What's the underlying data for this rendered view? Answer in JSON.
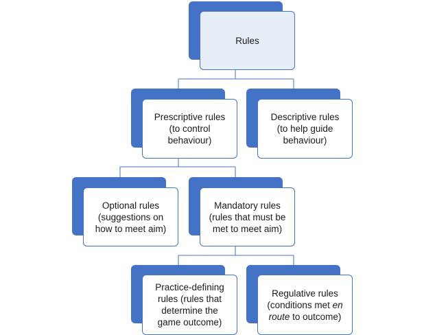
{
  "diagram": {
    "type": "hierarchy",
    "colors": {
      "accent": "#4472c4",
      "root_fill": "#e8eef8",
      "box_fill": "#ffffff",
      "text": "#1a1a1a"
    },
    "nodes": {
      "rules": {
        "label": "Rules"
      },
      "prescriptive": {
        "line1": "Prescriptive rules",
        "line2": "(to control",
        "line3": "behaviour)"
      },
      "descriptive": {
        "line1": "Descriptive rules",
        "line2": "(to help guide",
        "line3": "behaviour)"
      },
      "optional": {
        "line1": "Optional rules",
        "line2": "(suggestions on",
        "line3": "how to meet aim)"
      },
      "mandatory": {
        "line1": "Mandatory rules",
        "line2": "(rules that must be",
        "line3": "met to meet aim)"
      },
      "practice": {
        "line1": "Practice-defining",
        "line2": "rules (rules that",
        "line3": "determine the",
        "line4": "game outcome)"
      },
      "regulative": {
        "line1": "Regulative rules",
        "line2a": "(conditions met ",
        "line2b": "en",
        "line3a": "route",
        "line3b": " to outcome)"
      }
    }
  }
}
